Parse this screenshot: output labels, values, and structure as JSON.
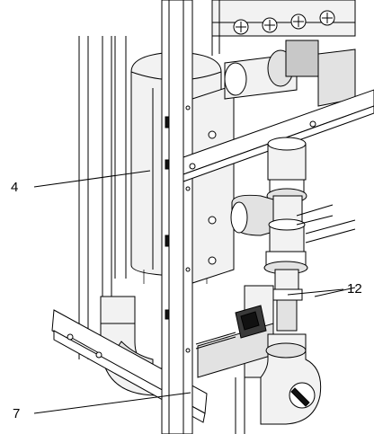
{
  "callouts": [
    {
      "id": "4",
      "label": "4"
    },
    {
      "id": "12",
      "label": "12"
    },
    {
      "id": "7",
      "label": "7"
    }
  ]
}
